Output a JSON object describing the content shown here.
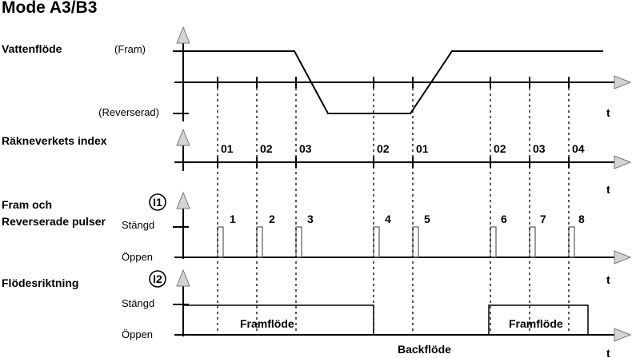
{
  "title": "Mode A3/B3",
  "panel1": {
    "label": "Vattenflöde",
    "upper_state": "(Fram)",
    "lower_state": "(Reverserad)",
    "time_label": "t"
  },
  "panel2": {
    "label": "Räkneverkets index",
    "time_label": "t",
    "indices": [
      "01",
      "02",
      "03",
      "02",
      "01",
      "02",
      "03",
      "04"
    ]
  },
  "panel3": {
    "label_line1": "Fram och",
    "label_line2": "Reverserade pulser",
    "channel": "I1",
    "upper_state": "Stängd",
    "lower_state": "Öppen",
    "time_label": "t",
    "pulses": [
      "1",
      "2",
      "3",
      "4",
      "5",
      "6",
      "7",
      "8"
    ]
  },
  "panel4": {
    "label": "Flödesriktning",
    "channel": "I2",
    "upper_state": "Stängd",
    "lower_state": "Öppen",
    "time_label": "t",
    "forward_label": "Framflöde",
    "backward_label": "Backflöde"
  },
  "colors": {
    "line": "#000000",
    "arrow_fill": "#d4d4d4",
    "arrow_stroke": "#7a7a7a",
    "pulse_stroke": "#666666"
  }
}
